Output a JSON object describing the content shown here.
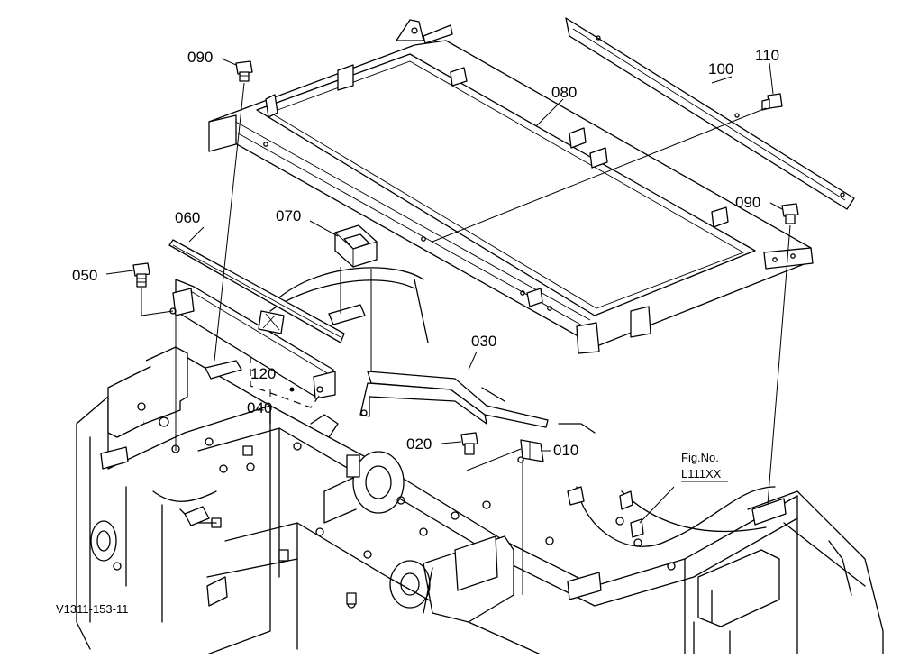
{
  "diagram": {
    "code": "V1311-153-11",
    "fig_ref": {
      "line1": "Fig.No.",
      "line2": "L111XX"
    }
  },
  "callouts": {
    "p090a": "090",
    "p110": "110",
    "p100": "100",
    "p080": "080",
    "p090b": "090",
    "p060": "060",
    "p070": "070",
    "p050": "050",
    "p030": "030",
    "p120": "120",
    "p040": "040",
    "p020": "020",
    "p010": "010"
  }
}
